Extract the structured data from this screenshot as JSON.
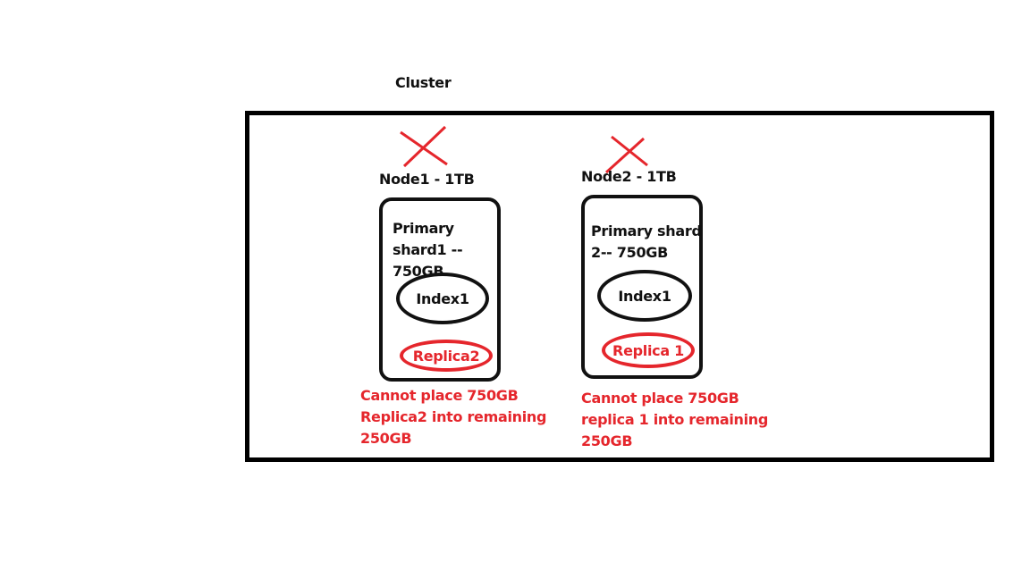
{
  "cluster": {
    "title": "Cluster"
  },
  "nodes": [
    {
      "label": "Node1 - 1TB",
      "primary_lines": [
        "Primary",
        "shard1 --",
        "750GB"
      ],
      "index_label": "Index1",
      "replica_label": "Replica2",
      "error_lines": [
        "Cannot place 750GB",
        "Replica2 into remaining",
        "250GB"
      ],
      "status_icon": "x-mark-icon"
    },
    {
      "label": "Node2 - 1TB",
      "primary_lines": [
        "Primary shard",
        "2-- 750GB"
      ],
      "index_label": "Index1",
      "replica_label": "Replica 1",
      "error_lines": [
        "Cannot place 750GB",
        "replica 1 into remaining",
        "250GB"
      ],
      "status_icon": "x-mark-icon"
    }
  ],
  "colors": {
    "outline": "#111111",
    "error": "#e5262c",
    "background": "#ffffff"
  }
}
